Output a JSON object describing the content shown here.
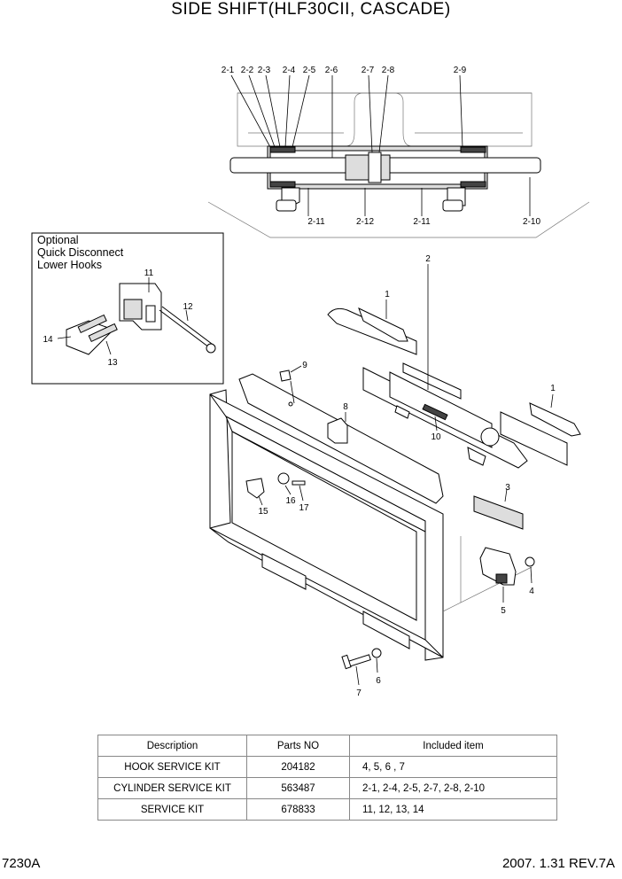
{
  "title": "SIDE SHIFT(HLF30CII, CASCADE)",
  "optional_box": {
    "lines": [
      "Optional",
      "Quick Disconnect",
      "Lower Hooks"
    ]
  },
  "callouts": {
    "c2_1": "2-1",
    "c2_2": "2-2",
    "c2_3": "2-3",
    "c2_4": "2-4",
    "c2_5": "2-5",
    "c2_6": "2-6",
    "c2_7": "2-7",
    "c2_8": "2-8",
    "c2_9": "2-9",
    "c2_11a": "2-11",
    "c2_12": "2-12",
    "c2_11b": "2-11",
    "c2_10": "2-10",
    "c2": "2",
    "c1a": "1",
    "c1b": "1",
    "c9": "9",
    "c8": "8",
    "c10": "10",
    "c3": "3",
    "c4": "4",
    "c5": "5",
    "c6": "6",
    "c7": "7",
    "c11": "11",
    "c12": "12",
    "c13": "13",
    "c14": "14",
    "c15": "15",
    "c16": "16",
    "c17": "17"
  },
  "kit_table": {
    "headers": [
      "Description",
      "Parts NO",
      "Included item"
    ],
    "rows": [
      {
        "description": "HOOK SERVICE KIT",
        "parts_no": "204182",
        "included": "4, 5, 6 , 7"
      },
      {
        "description": "CYLINDER SERVICE KIT",
        "parts_no": "563487",
        "included": "2-1, 2-4, 2-5, 2-7, 2-8, 2-10"
      },
      {
        "description": "SERVICE KIT",
        "parts_no": "678833",
        "included": "11, 12, 13, 14"
      }
    ]
  },
  "footer": {
    "page_code": "7230A",
    "revision": "2007. 1.31  REV.7A"
  }
}
